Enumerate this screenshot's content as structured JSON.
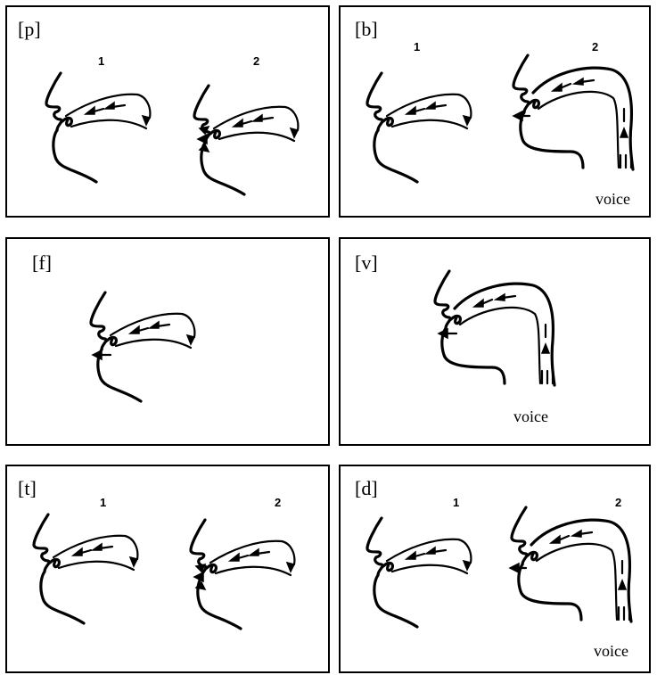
{
  "panels": [
    {
      "label": "[p]",
      "steps": [
        "1",
        "2"
      ],
      "voice": ""
    },
    {
      "label": "[b]",
      "steps": [
        "1",
        "2"
      ],
      "voice": "voice"
    },
    {
      "label": "[f]",
      "steps": [],
      "voice": ""
    },
    {
      "label": "[v]",
      "steps": [],
      "voice": "voice"
    },
    {
      "label": "[t]",
      "steps": [
        "1",
        "2"
      ],
      "voice": ""
    },
    {
      "label": "[d]",
      "steps": [
        "1",
        "2"
      ],
      "voice": "voice"
    }
  ]
}
